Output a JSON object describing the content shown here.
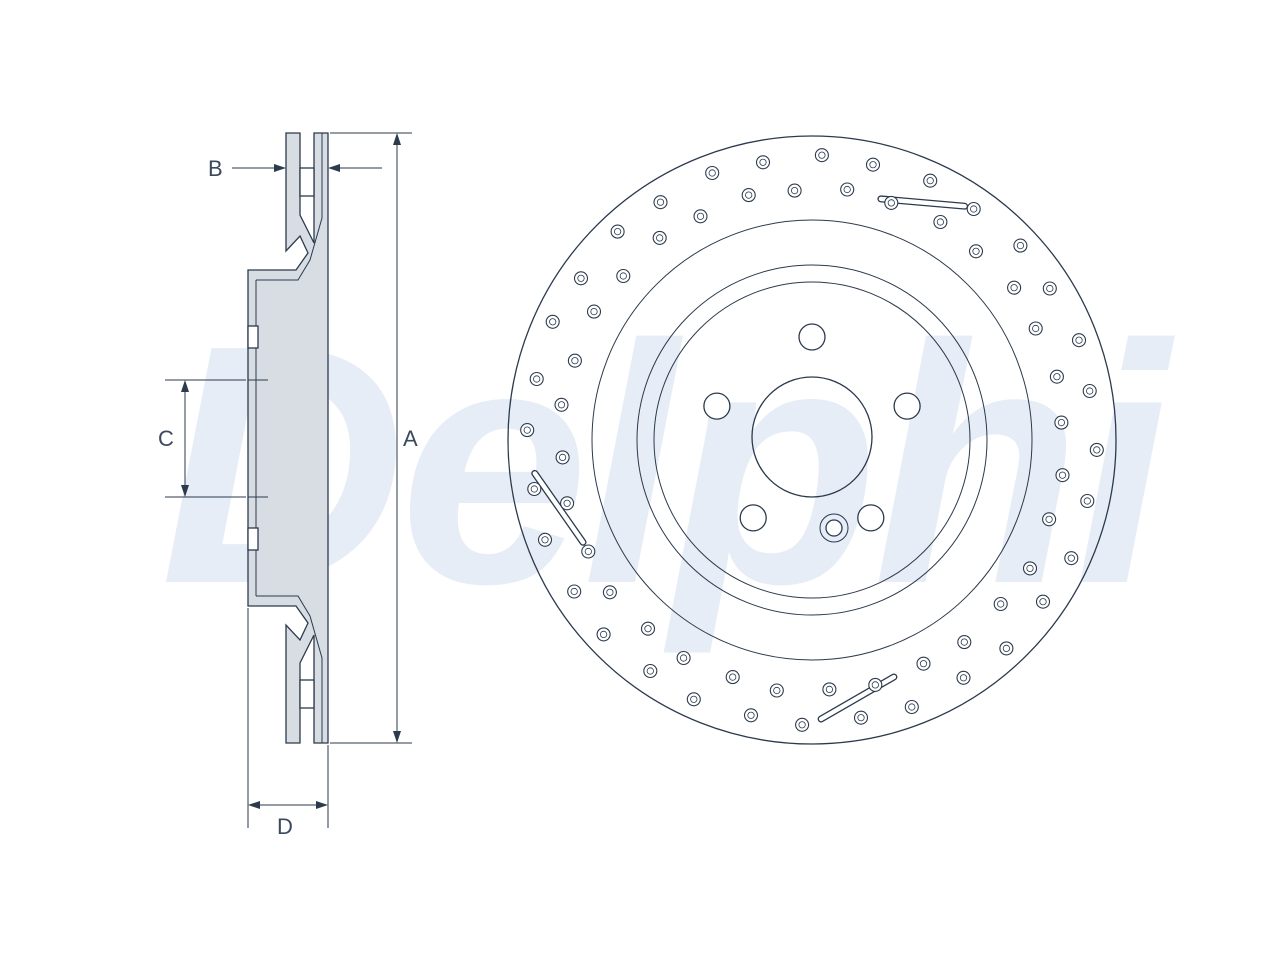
{
  "watermark": {
    "text": "Delphi",
    "color": "#e6edf6"
  },
  "side_view": {
    "dimension_labels": {
      "a": "A",
      "b": "B",
      "c": "C",
      "d": "D"
    }
  },
  "front_view": {
    "bolt_hole_count": 5,
    "drilled_hole_count": 64,
    "slot_count": 3
  },
  "colors": {
    "line": "#2b3a4d",
    "fill": "#d8dde3",
    "label": "#3a4a5c"
  }
}
